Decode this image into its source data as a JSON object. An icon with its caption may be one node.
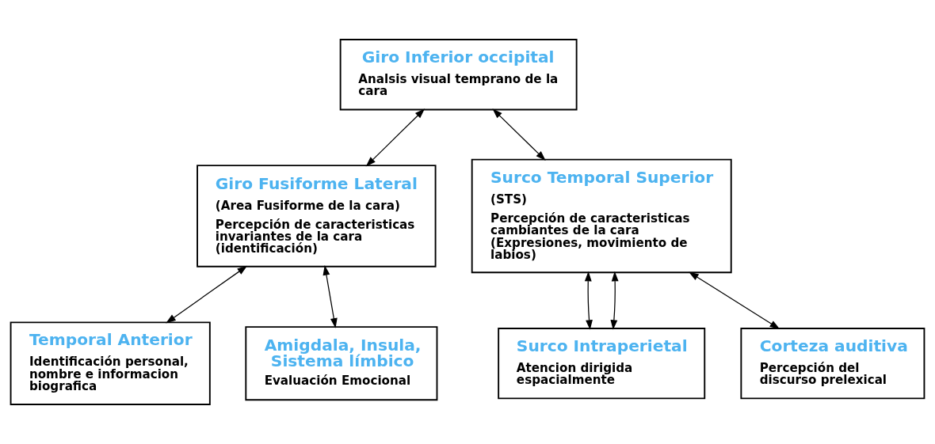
{
  "diagram": {
    "nodes": [
      {
        "text": [
          "Giro Inferior occipital",
          "Analsis visual temprano de la cara"
        ]
      },
      {
        "text": [
          "Giro Fusiforme Lateral",
          "(Area Fusiforme de la cara)",
          "Percepción de caracteristicas invariantes de la cara (identificación)"
        ]
      },
      {
        "text": [
          "Surco Temporal Superior",
          "(STS)",
          "Percepción de caracteristicas cambiantes de la cara (Expresiones, movimiento de labios)"
        ]
      },
      {
        "text": [
          "Temporal Anterior",
          "Identificación personal, nombre e informacion biografica"
        ]
      },
      {
        "text": [
          "Amigdala, Insula, Sistema límbico",
          "Evaluación Emocional"
        ]
      },
      {
        "text": [
          "Surco Intraperietal",
          "Atencion dirigida espacialmente"
        ]
      },
      {
        "text": [
          "Corteza auditiva",
          "Percepción del discurso prelexical"
        ]
      }
    ],
    "edges": [
      {
        "from": 0,
        "to": 1,
        "arrow": "both"
      },
      {
        "from": 0,
        "to": 2,
        "arrow": "both"
      },
      {
        "from": 1,
        "to": 3,
        "arrow": "both"
      },
      {
        "from": 1,
        "to": 4,
        "arrow": "both"
      },
      {
        "from": 2,
        "to": 5,
        "arrow": "both"
      },
      {
        "from": 2,
        "to": 5,
        "arrow": "both"
      },
      {
        "from": 2,
        "to": 6,
        "arrow": "both"
      }
    ]
  }
}
